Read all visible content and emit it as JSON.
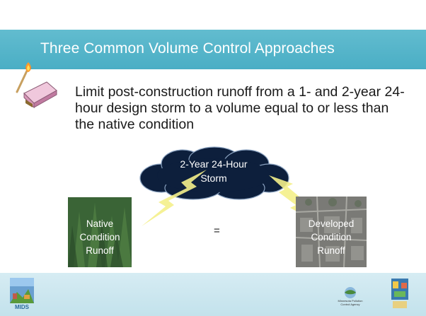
{
  "slide": {
    "title": "Three Common Volume Control Approaches",
    "bullet": "Limit post-construction runoff from a 1- and 2-year 24-hour design storm to a volume equal to or less than the native condition"
  },
  "cloud": {
    "line1": "2-Year 24-Hour",
    "line2": "Storm"
  },
  "native": {
    "line1": "Native",
    "line2": "Condition",
    "line3": "Runoff"
  },
  "equals": "=",
  "developed": {
    "line1": "Developed",
    "line2": "Condition",
    "line3": "Runoff"
  },
  "footer": {
    "mids_logo_text": "MIDS",
    "mpca_logo_line1": "Minnesota Pollution",
    "mpca_logo_line2": "Control Agency"
  },
  "colors": {
    "title_bar": "#4aaec5",
    "cloud_fill": "#0d1f3c",
    "lightning": "#f4f08a",
    "footer": "#c8e4ee"
  },
  "icons": [
    "matchbox-icon",
    "storm-cloud-icon",
    "lightning-bolt-icon",
    "mids-logo",
    "mpca-logo",
    "state-logo"
  ]
}
